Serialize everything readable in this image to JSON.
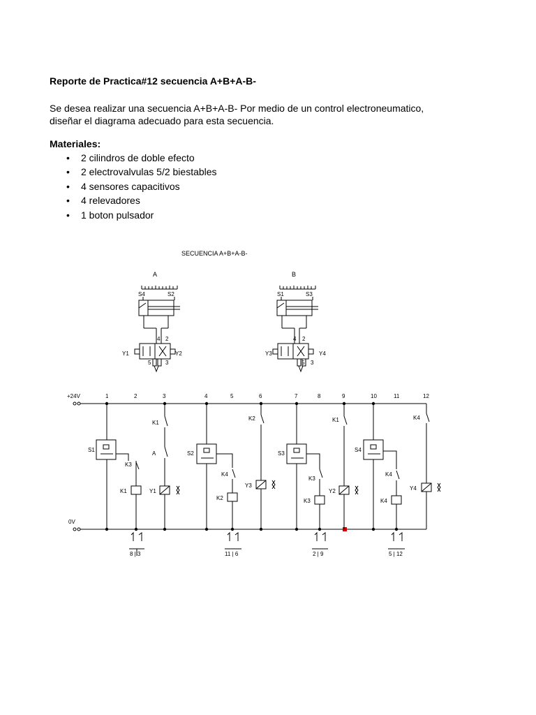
{
  "document": {
    "title": "Reporte de Practica#12 secuencia A+B+A-B-",
    "intro_line1": "Se desea realizar una secuencia A+B+A-B- Por medio de un control electroneumatico,",
    "intro_line2": "diseñar el diagrama adecuado para esta secuencia.",
    "materials_heading": "Materiales:",
    "materials": [
      "2 cilindros de doble efecto",
      "2 electrovalvulas 5/2 biestables",
      "4 sensores capacitivos",
      "4 relevadores",
      "1 boton pulsador"
    ]
  },
  "diagram": {
    "title": "SECUENCIA  A+B+A-B-",
    "cylinder_a": {
      "label": "A",
      "sensor_left": "S4",
      "sensor_right": "S2",
      "port_left": "4",
      "port_right": "2",
      "exhaust_left": "5",
      "exhaust_right": "3",
      "solenoid_left": "Y1",
      "solenoid_right": "Y2"
    },
    "cylinder_b": {
      "label": "B",
      "sensor_left": "S1",
      "sensor_right": "S3",
      "port_left": "4",
      "port_right": "2",
      "exhaust_left": "5",
      "exhaust_right": "3",
      "solenoid_left": "Y3",
      "solenoid_right": "Y4"
    },
    "supply_pos": "+24V",
    "supply_neg": "0V",
    "line_numbers": [
      "1",
      "2",
      "3",
      "4",
      "5",
      "6",
      "7",
      "8",
      "9",
      "10",
      "11",
      "12"
    ],
    "sensors": [
      "S1",
      "S2",
      "S3",
      "S4"
    ],
    "contacts": [
      "K3",
      "K1",
      "K4",
      "K2",
      "K3",
      "K1",
      "K4"
    ],
    "start_button": "A",
    "coils": [
      "K1",
      "Y1",
      "K2",
      "Y3",
      "K3",
      "Y2",
      "K4",
      "Y4"
    ],
    "cross_references": [
      "8 | 3",
      "11 | 6",
      "2 | 9",
      "5 | 12"
    ],
    "colors": {
      "lines": "#000000",
      "highlight_node": "#d40000"
    }
  }
}
